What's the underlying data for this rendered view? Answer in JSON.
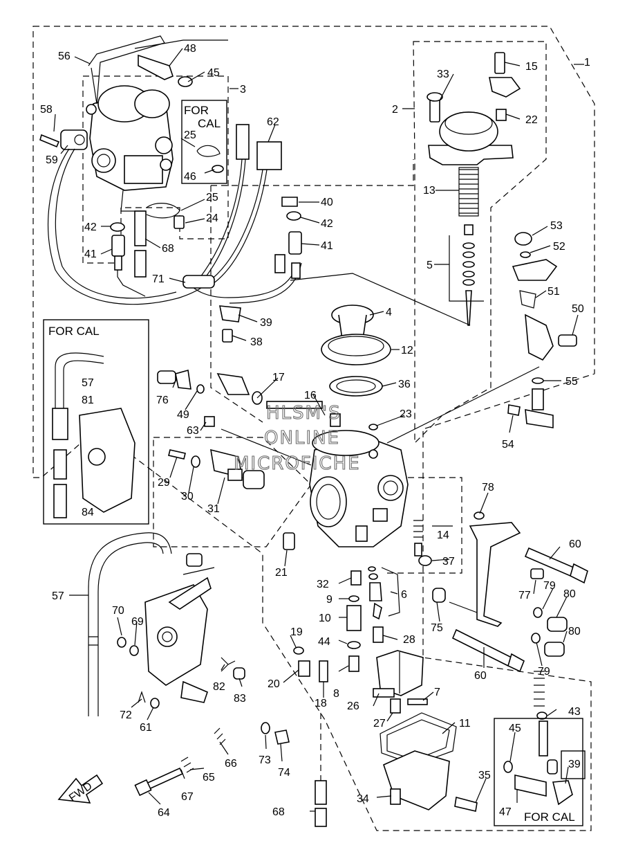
{
  "watermark": [
    "HLSM'S",
    "ONLINE",
    "MICROFICHE"
  ],
  "notes": [
    "FOR",
    "CAL",
    "FOR CAL",
    "FOR CAL"
  ],
  "fwd": "FWD",
  "callouts": [
    "1",
    "2",
    "3",
    "4",
    "5",
    "6",
    "7",
    "8",
    "9",
    "10",
    "11",
    "12",
    "13",
    "14",
    "15",
    "16",
    "17",
    "18",
    "19",
    "20",
    "21",
    "22",
    "23",
    "24",
    "25",
    "25",
    "26",
    "27",
    "28",
    "29",
    "30",
    "31",
    "32",
    "33",
    "34",
    "35",
    "36",
    "37",
    "38",
    "39",
    "39",
    "40",
    "41",
    "41",
    "42",
    "42",
    "43",
    "44",
    "45",
    "45",
    "46",
    "47",
    "48",
    "49",
    "50",
    "51",
    "52",
    "53",
    "54",
    "55",
    "56",
    "57",
    "57",
    "58",
    "59",
    "60",
    "60",
    "61",
    "62",
    "63",
    "64",
    "65",
    "66",
    "67",
    "68",
    "68",
    "69",
    "70",
    "71",
    "72",
    "73",
    "74",
    "75",
    "76",
    "77",
    "78",
    "79",
    "79",
    "80",
    "80",
    "81",
    "82",
    "83",
    "84"
  ]
}
